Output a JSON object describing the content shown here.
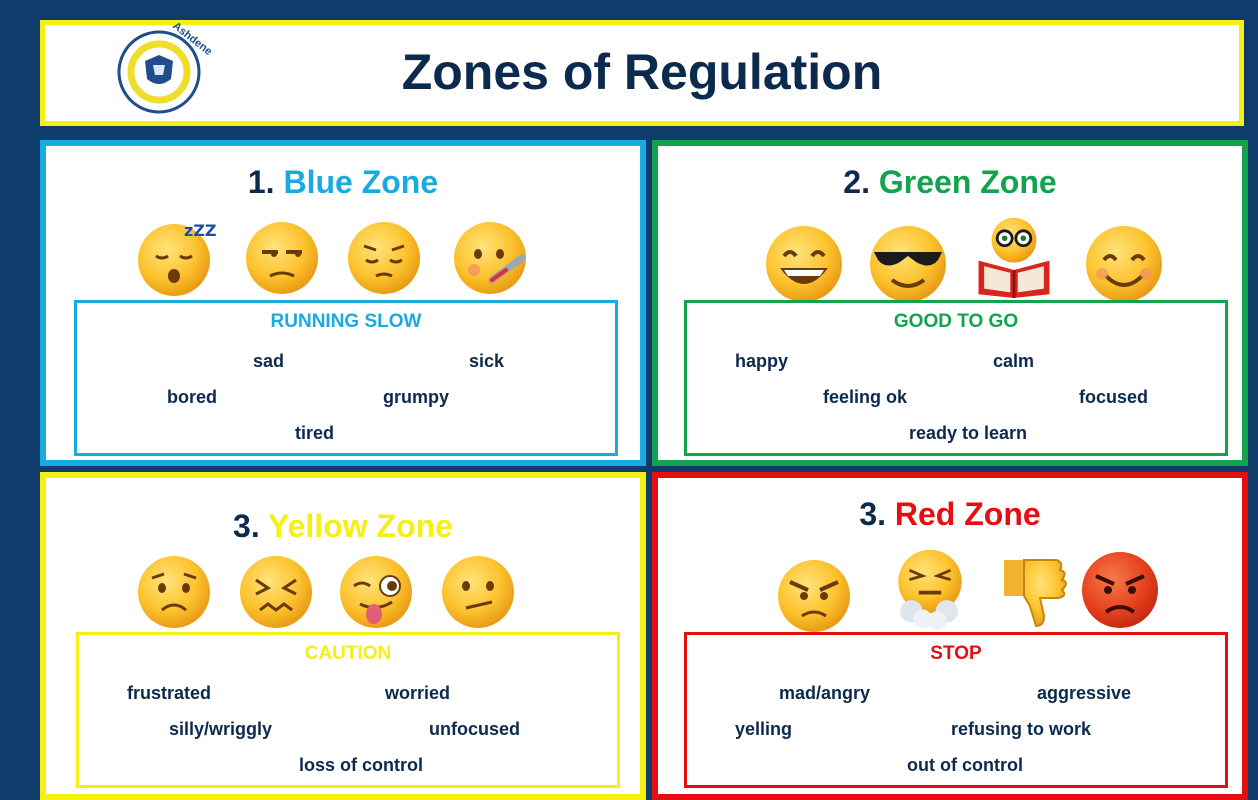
{
  "header": {
    "title": "Zones of Regulation",
    "logo_text": "Ashdene"
  },
  "colors": {
    "background": "#0f3c6b",
    "blue": "#1aaae2",
    "green": "#13a34e",
    "yellow": "#f5ef14",
    "red": "#e50f12",
    "text": "#0c2a4d"
  },
  "zones": {
    "blue": {
      "number": "1.",
      "name": "Blue Zone",
      "label": "RUNNING SLOW",
      "emojis": [
        "sleepy-face-icon",
        "unamused-face-icon",
        "pensive-face-icon",
        "thermometer-face-icon"
      ],
      "words": [
        "sad",
        "sick",
        "bored",
        "grumpy",
        "tired"
      ]
    },
    "green": {
      "number": "2.",
      "name": "Green Zone",
      "label": "GOOD TO GO",
      "emojis": [
        "grinning-face-icon",
        "sunglasses-face-icon",
        "reading-face-icon",
        "smiling-face-icon"
      ],
      "words": [
        "happy",
        "calm",
        "feeling ok",
        "focused",
        "ready to learn"
      ]
    },
    "yellow": {
      "number": "3.",
      "name": "Yellow Zone",
      "label": "CAUTION",
      "emojis": [
        "worried-face-icon",
        "confounded-face-icon",
        "winking-tongue-face-icon",
        "confused-face-icon"
      ],
      "words": [
        "frustrated",
        "worried",
        "silly/wriggly",
        "unfocused",
        "loss of control"
      ]
    },
    "red": {
      "number": "3.",
      "name": "Red Zone",
      "label": "STOP",
      "emojis": [
        "angry-face-icon",
        "steam-face-icon",
        "thumbs-down-icon",
        "pouting-face-icon"
      ],
      "words": [
        "mad/angry",
        "aggressive",
        "yelling",
        "refusing to work",
        "out of control"
      ]
    }
  }
}
